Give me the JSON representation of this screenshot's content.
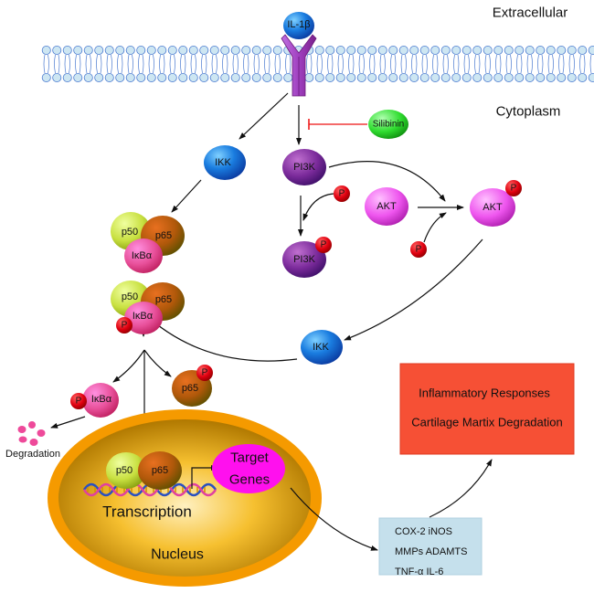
{
  "regions": {
    "extracellular": "Extracellular",
    "cytoplasm": "Cytoplasm",
    "nucleus": "Nucleus"
  },
  "ligand": "IL-1β",
  "inhibitor": "Silibinin",
  "molecules": {
    "ikk": "IKK",
    "pi3k": "PI3K",
    "akt": "AKT",
    "p50": "p50",
    "p65": "p65",
    "ikba": "IκBα",
    "phospho": "P"
  },
  "degradation": "Degradation",
  "transcription": "Transcription",
  "target_genes": [
    "Target",
    "Genes"
  ],
  "genes_box": [
    "COX-2 iNOS",
    "MMPs ADAMTS",
    "TNF-α IL-6"
  ],
  "outcome_box": [
    "Inflammatory Responses",
    "Cartilage Martix Degradation"
  ],
  "colors": {
    "membrane": "#cde6f2",
    "receptor": "#a040c0",
    "ikk": "#1a7de0",
    "pi3k": "#7a2a9a",
    "akt": "#ee55ee",
    "p50": "#c8e040",
    "p65": "#b0580a",
    "ikba": "#e8509a",
    "phospho": "#e00010",
    "silibinin": "#30dd30",
    "nucleus": "#f5a000",
    "target_genes": "#ff10ee",
    "genes_box": "#c5e0ec",
    "outcome_box": "#f65035",
    "inhibition": "#ee1111"
  }
}
